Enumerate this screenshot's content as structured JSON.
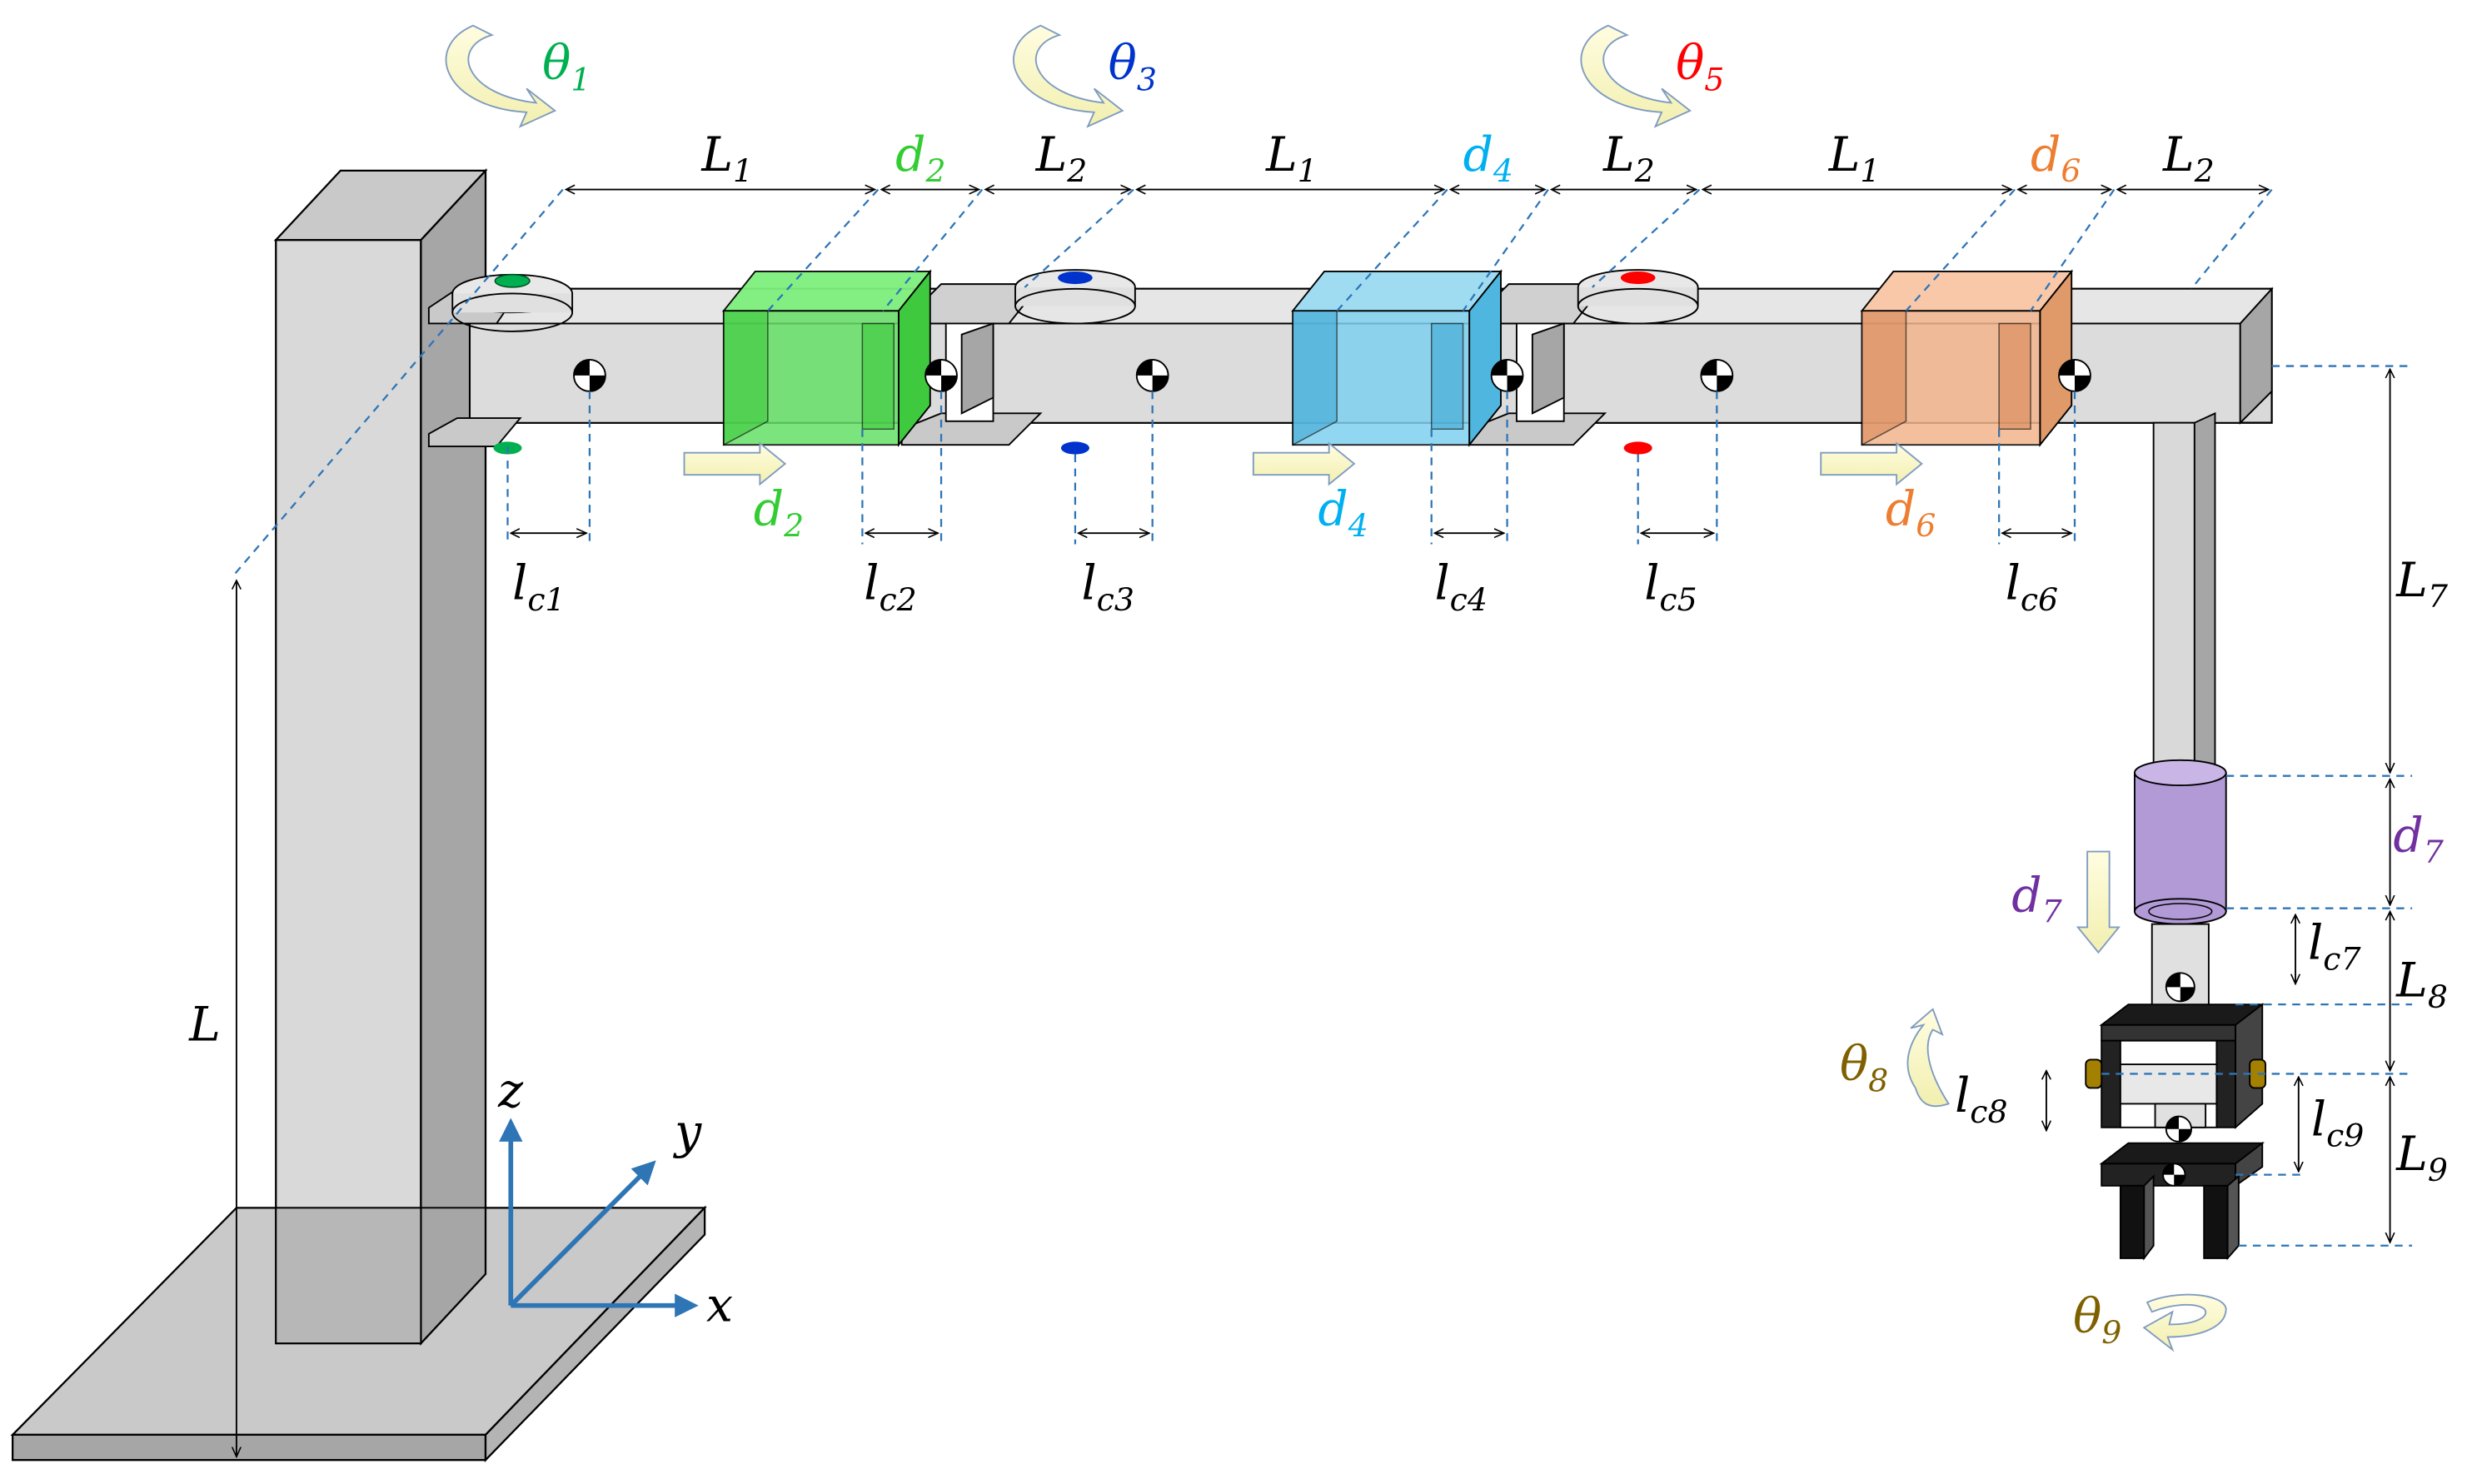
{
  "colors": {
    "gray_light": "#e2e2e2",
    "gray_mid": "#c9c9c9",
    "gray_dark": "#a6a6a6",
    "green": "#00b050",
    "green_light": "#33cc33",
    "blue": "#0033cc",
    "cyan": "#00b0f0",
    "red": "#ff0000",
    "orange": "#ed7d31",
    "purple": "#7030a0",
    "olive": "#7f6000",
    "axis_blue": "#2e75b6",
    "dash_blue": "#2e75b6"
  },
  "rotations": {
    "theta1": {
      "sym": "θ",
      "sub": "1"
    },
    "theta3": {
      "sym": "θ",
      "sub": "3"
    },
    "theta5": {
      "sym": "θ",
      "sub": "5"
    },
    "theta8": {
      "sym": "θ",
      "sub": "8"
    },
    "theta9": {
      "sym": "θ",
      "sub": "9"
    }
  },
  "top_dims": {
    "L1a": {
      "sym": "L",
      "sub": "1"
    },
    "d2": {
      "sym": "d",
      "sub": "2"
    },
    "L2a": {
      "sym": "L",
      "sub": "2"
    },
    "L1b": {
      "sym": "L",
      "sub": "1"
    },
    "d4": {
      "sym": "d",
      "sub": "4"
    },
    "L2b": {
      "sym": "L",
      "sub": "2"
    },
    "L1c": {
      "sym": "L",
      "sub": "1"
    },
    "d6": {
      "sym": "d",
      "sub": "6"
    },
    "L2c": {
      "sym": "L",
      "sub": "2"
    }
  },
  "prismatic": {
    "d2": {
      "sym": "d",
      "sub": "2"
    },
    "d4": {
      "sym": "d",
      "sub": "4"
    },
    "d6": {
      "sym": "d",
      "sub": "6"
    },
    "d7": {
      "sym": "d",
      "sub": "7"
    }
  },
  "com_dims": {
    "lc1": {
      "sym": "l",
      "sub": "c1"
    },
    "lc2": {
      "sym": "l",
      "sub": "c2"
    },
    "lc3": {
      "sym": "l",
      "sub": "c3"
    },
    "lc4": {
      "sym": "l",
      "sub": "c4"
    },
    "lc5": {
      "sym": "l",
      "sub": "c5"
    },
    "lc6": {
      "sym": "l",
      "sub": "c6"
    },
    "lc7": {
      "sym": "l",
      "sub": "c7"
    },
    "lc8": {
      "sym": "l",
      "sub": "c8"
    },
    "lc9": {
      "sym": "l",
      "sub": "c9"
    }
  },
  "vertical_dims": {
    "L": {
      "sym": "L",
      "sub": ""
    },
    "L7": {
      "sym": "L",
      "sub": "7"
    },
    "d7": {
      "sym": "d",
      "sub": "7"
    },
    "L8": {
      "sym": "L",
      "sub": "8"
    },
    "L9": {
      "sym": "L",
      "sub": "9"
    }
  },
  "axes": {
    "x": "x",
    "y": "y",
    "z": "z"
  }
}
